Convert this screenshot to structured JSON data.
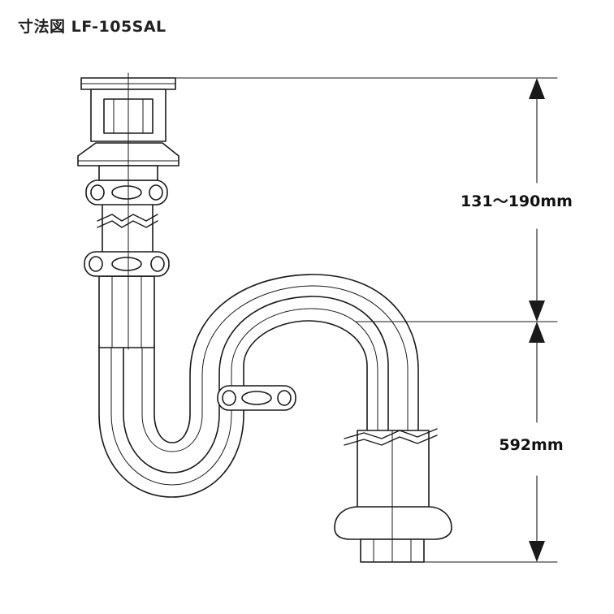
{
  "title": "寸法図  LF-105SAL",
  "dimensions": {
    "upper": "131～190mm",
    "lower": "592mm"
  },
  "colors": {
    "line": "#1a1a1a",
    "fill": "#ffffff",
    "text": "#111111"
  }
}
